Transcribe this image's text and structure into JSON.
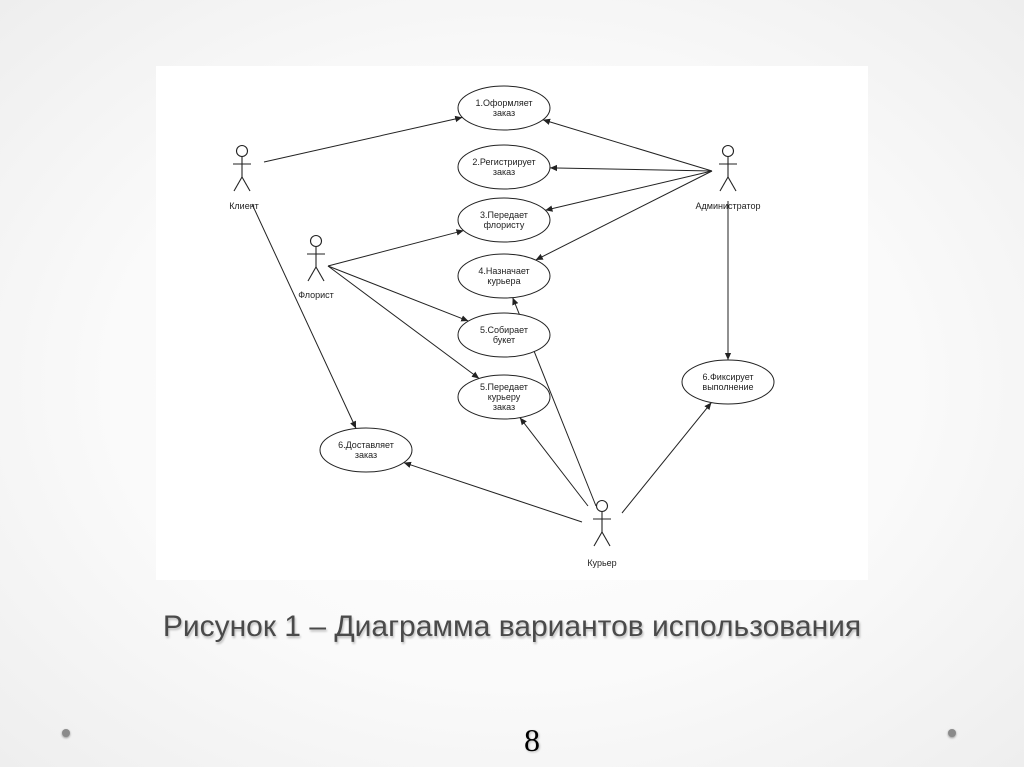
{
  "diagram": {
    "actors": [
      {
        "id": "client",
        "label": "Клиент"
      },
      {
        "id": "florist",
        "label": "Флорист"
      },
      {
        "id": "admin",
        "label": "Администратор"
      },
      {
        "id": "courier",
        "label": "Курьер"
      }
    ],
    "use_cases": [
      {
        "id": "uc1",
        "lines": [
          "1.Оформляет",
          "заказ"
        ]
      },
      {
        "id": "uc2",
        "lines": [
          "2.Регистрирует",
          "заказ"
        ]
      },
      {
        "id": "uc3",
        "lines": [
          "3.Передает",
          "флористу"
        ]
      },
      {
        "id": "uc4",
        "lines": [
          "4.Назначает",
          "курьера"
        ]
      },
      {
        "id": "uc5",
        "lines": [
          "5.Собирает",
          "букет"
        ]
      },
      {
        "id": "uc5b",
        "lines": [
          "5.Передает",
          "курьеру",
          "заказ"
        ]
      },
      {
        "id": "uc6a",
        "lines": [
          "6.Доставляет",
          "заказ"
        ]
      },
      {
        "id": "uc6b",
        "lines": [
          "6.Фиксирует",
          "выполнение"
        ]
      }
    ],
    "associations": [
      {
        "from": "client",
        "to": "uc1"
      },
      {
        "from": "client",
        "to": "uc6a"
      },
      {
        "from": "admin",
        "to": "uc1"
      },
      {
        "from": "admin",
        "to": "uc2"
      },
      {
        "from": "admin",
        "to": "uc3"
      },
      {
        "from": "admin",
        "to": "uc4"
      },
      {
        "from": "admin",
        "to": "uc6b"
      },
      {
        "from": "florist",
        "to": "uc3"
      },
      {
        "from": "florist",
        "to": "uc5"
      },
      {
        "from": "florist",
        "to": "uc5b"
      },
      {
        "from": "courier",
        "to": "uc4"
      },
      {
        "from": "courier",
        "to": "uc5b"
      },
      {
        "from": "courier",
        "to": "uc6a"
      },
      {
        "from": "courier",
        "to": "uc6b"
      }
    ]
  },
  "caption": "Рисунок 1 – Диаграмма вариантов использования",
  "page_number": "8"
}
